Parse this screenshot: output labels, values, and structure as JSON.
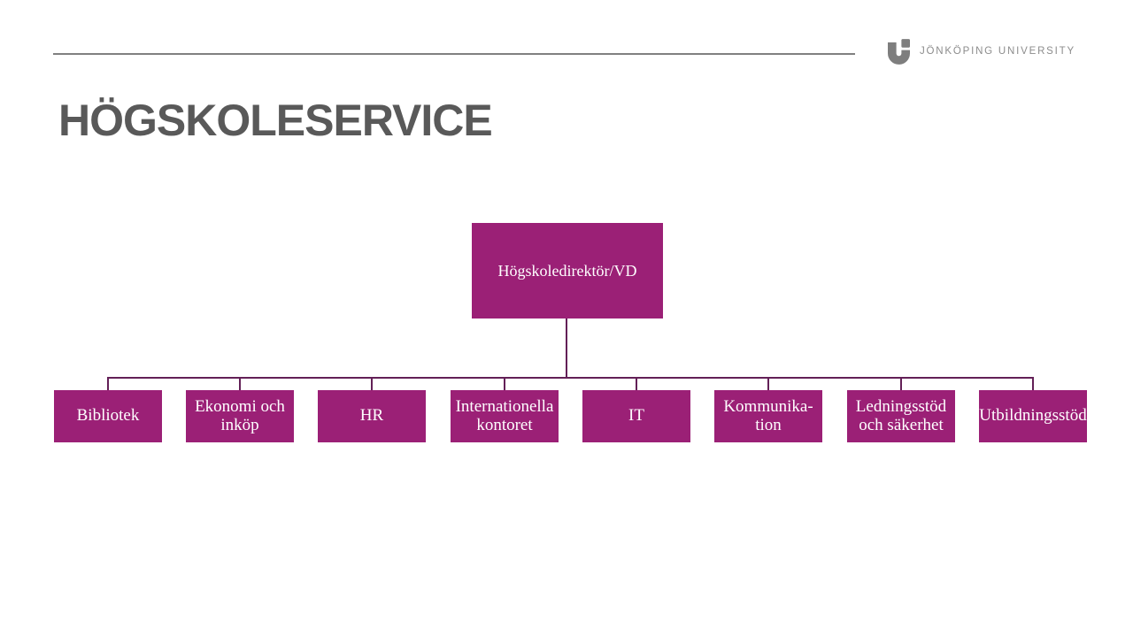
{
  "header": {
    "title": "HÖGSKOLESERVICE",
    "logo": {
      "institution": "Jönköping University",
      "text": "JÖNKÖPING UNIVERSITY"
    }
  },
  "org_chart": {
    "root": {
      "label": "Högskoledirektör/VD"
    },
    "children": [
      {
        "label": "Bibliotek"
      },
      {
        "label": "Ekonomi och inköp"
      },
      {
        "label": "HR"
      },
      {
        "label": "Internationella kontoret"
      },
      {
        "label": "IT"
      },
      {
        "label": "Kommunika-\ntion"
      },
      {
        "label": "Ledningsstöd och säkerhet"
      },
      {
        "label": "Utbildningsstöd"
      }
    ]
  },
  "colors": {
    "node_fill": "#9B2076",
    "node_text": "#FFFFFF",
    "connector": "#632057",
    "title_text": "#595959",
    "header_rule": "#808080",
    "logo_text_gray": "#8C8C8C",
    "logo_icon_gray": "#7E7E7E"
  }
}
